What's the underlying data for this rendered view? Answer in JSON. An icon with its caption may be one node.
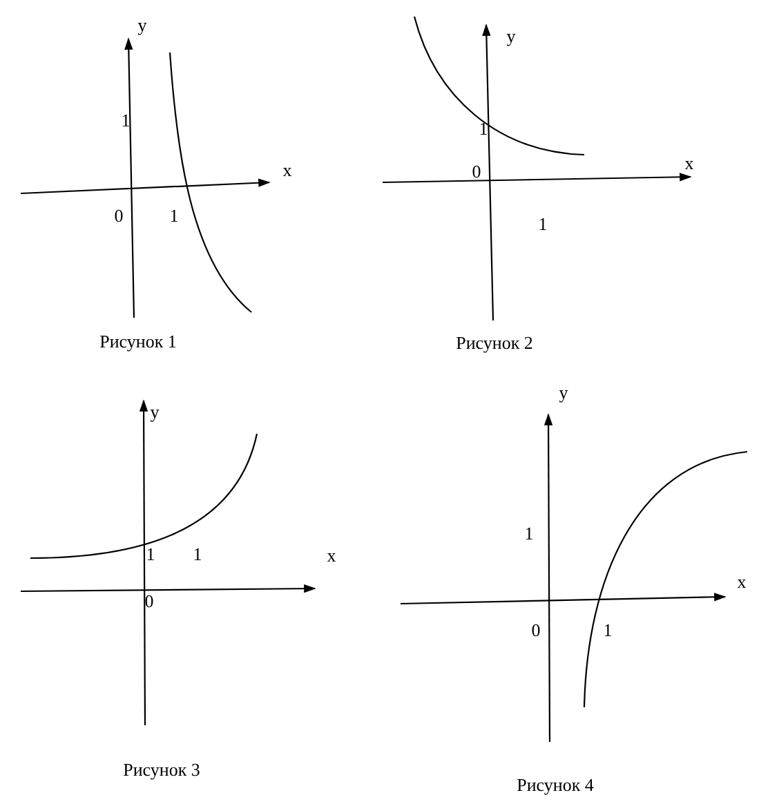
{
  "diagram": {
    "labels": [
      "y",
      "1",
      "x",
      "0",
      "1",
      "Рисунок 1",
      "y",
      "1",
      "0",
      "x",
      "1",
      "Рисунок 2",
      "y",
      "x",
      "1",
      "1",
      "0",
      "Рисунок 3",
      "y",
      "1",
      "x",
      "0",
      "1",
      "Рисунок 4"
    ]
  }
}
